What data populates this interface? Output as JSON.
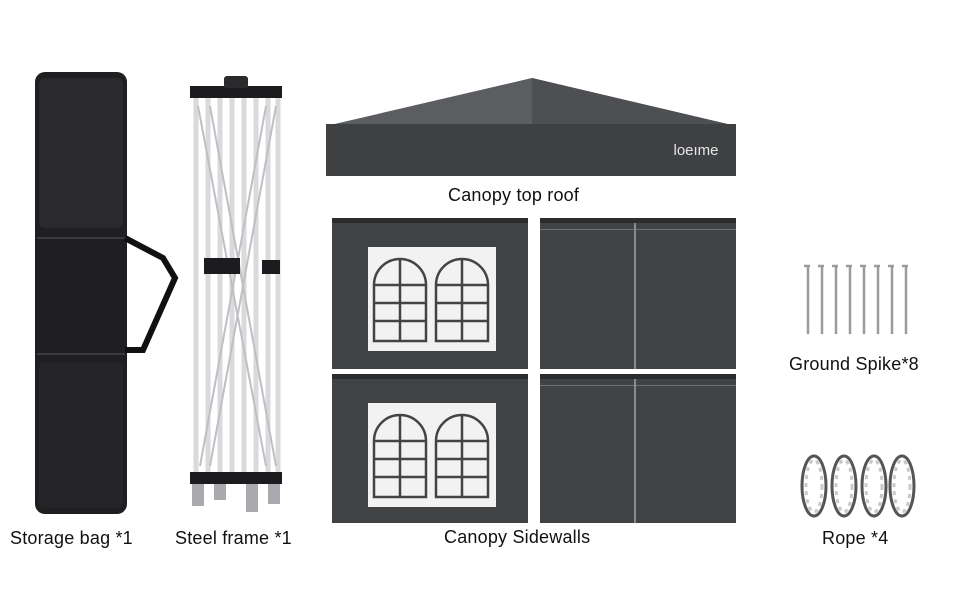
{
  "brand": "loeıme",
  "items": {
    "bag": "Storage bag *1",
    "frame": "Steel frame *1",
    "roof": "Canopy top roof",
    "sidewalls": "Canopy Sidewalls",
    "spikes": "Ground Spike*8",
    "rope": "Rope *4"
  },
  "colors": {
    "fabric": "#414244",
    "bag": "#1f1f21",
    "frame": "#e7e8ea"
  }
}
